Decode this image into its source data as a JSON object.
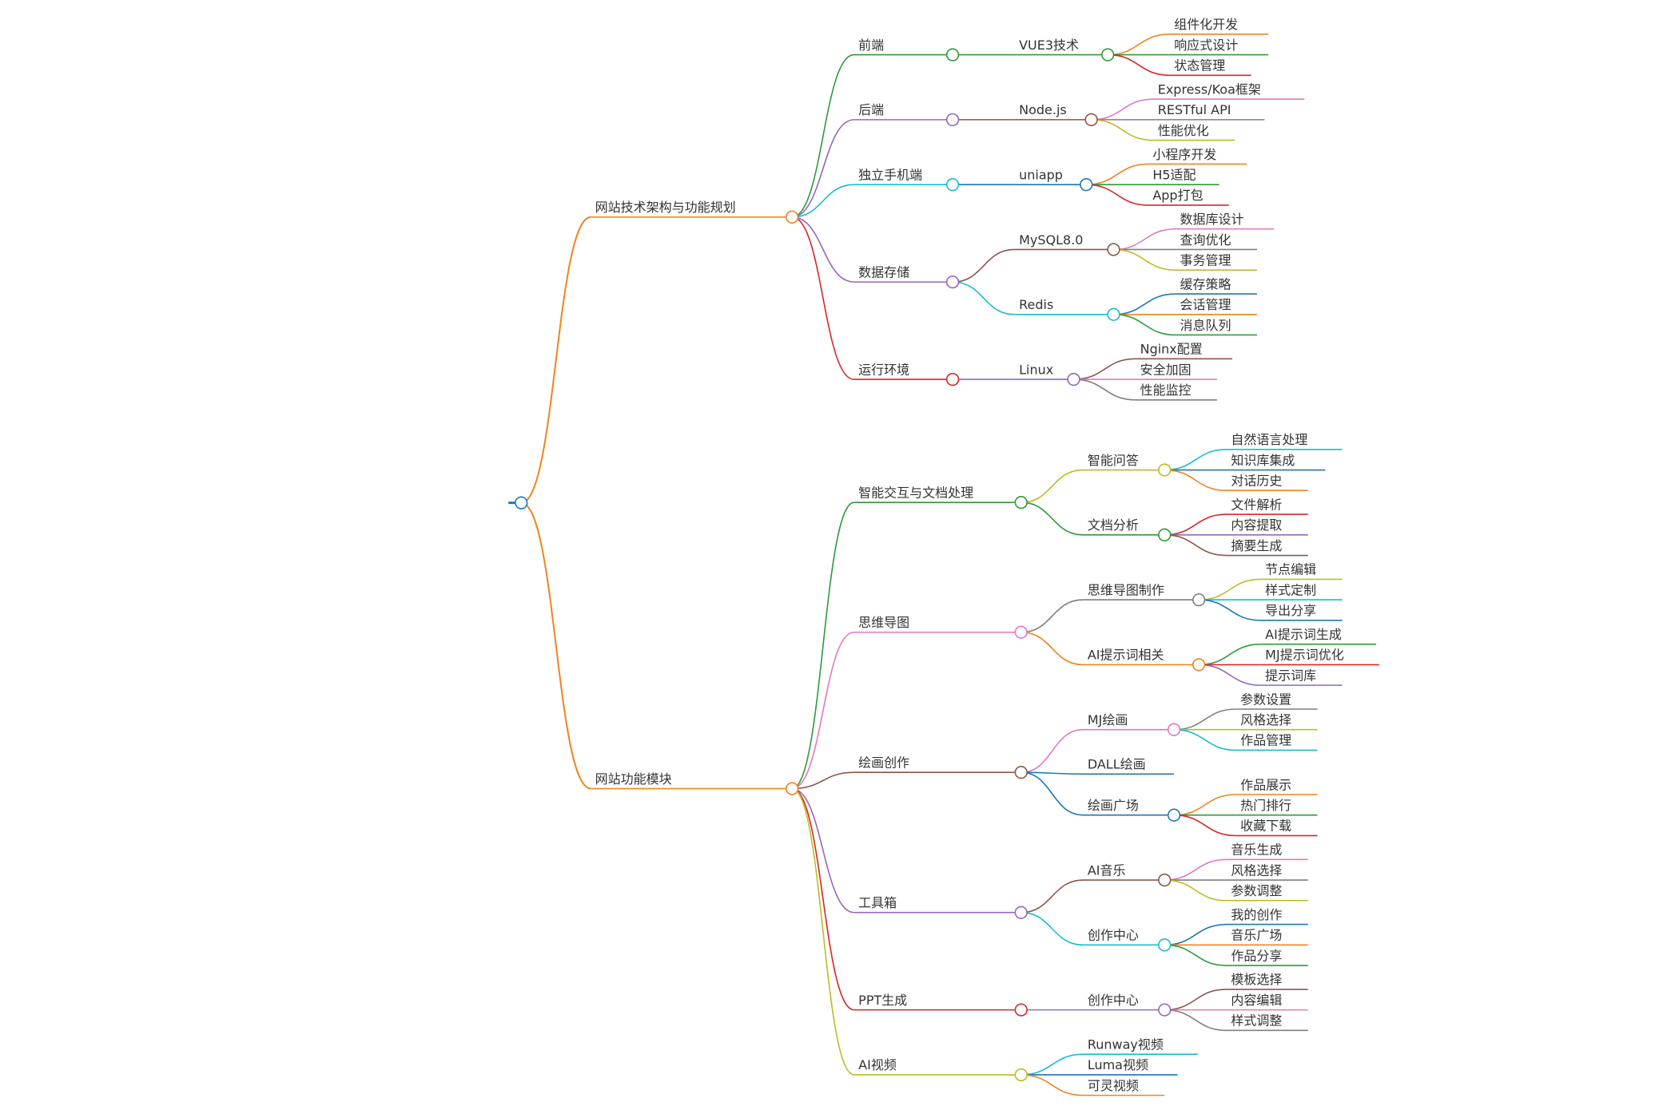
{
  "root": {
    "label": "",
    "color": "#1f78c8",
    "children": [
      {
        "label": "网站技术架构与功能规划",
        "color": "#f0841e",
        "children": [
          {
            "label": "前端",
            "color": "#2f9a3a",
            "children": [
              {
                "label": "VUE3技术",
                "color": "#2f9a3a",
                "children": [
                  {
                    "label": "组件化开发",
                    "color": "#f0841e"
                  },
                  {
                    "label": "响应式设计",
                    "color": "#2f9a3a"
                  },
                  {
                    "label": "状态管理",
                    "color": "#d62728"
                  }
                ]
              }
            ]
          },
          {
            "label": "后端",
            "color": "#9467bd",
            "children": [
              {
                "label": "Node.js",
                "color": "#8c564b",
                "children": [
                  {
                    "label": "Express/Koa框架",
                    "color": "#e377c2"
                  },
                  {
                    "label": "RESTful API",
                    "color": "#7f7f7f"
                  },
                  {
                    "label": "性能优化",
                    "color": "#bcbd22"
                  }
                ]
              }
            ]
          },
          {
            "label": "独立手机端",
            "color": "#17becf",
            "children": [
              {
                "label": "uniapp",
                "color": "#1f77b4",
                "children": [
                  {
                    "label": "小程序开发",
                    "color": "#f0841e"
                  },
                  {
                    "label": "H5适配",
                    "color": "#2f9a3a"
                  },
                  {
                    "label": "App打包",
                    "color": "#d62728"
                  }
                ]
              }
            ]
          },
          {
            "label": "数据存储",
            "color": "#9467bd",
            "children": [
              {
                "label": "MySQL8.0",
                "color": "#8c564b",
                "children": [
                  {
                    "label": "数据库设计",
                    "color": "#e377c2"
                  },
                  {
                    "label": "查询优化",
                    "color": "#7f7f7f"
                  },
                  {
                    "label": "事务管理",
                    "color": "#bcbd22"
                  }
                ]
              },
              {
                "label": "Redis",
                "color": "#17becf",
                "children": [
                  {
                    "label": "缓存策略",
                    "color": "#1f77b4"
                  },
                  {
                    "label": "会话管理",
                    "color": "#f0841e"
                  },
                  {
                    "label": "消息队列",
                    "color": "#2f9a3a"
                  }
                ]
              }
            ]
          },
          {
            "label": "运行环境",
            "color": "#d62728",
            "children": [
              {
                "label": "Linux",
                "color": "#9467bd",
                "children": [
                  {
                    "label": "Nginx配置",
                    "color": "#8c564b"
                  },
                  {
                    "label": "安全加固",
                    "color": "#e377c2"
                  },
                  {
                    "label": "性能监控",
                    "color": "#7f7f7f"
                  }
                ]
              }
            ]
          }
        ]
      },
      {
        "label": "网站功能模块",
        "color": "#f0841e",
        "children": [
          {
            "label": "智能交互与文档处理",
            "color": "#2f9a3a",
            "children": [
              {
                "label": "智能问答",
                "color": "#bcbd22",
                "children": [
                  {
                    "label": "自然语言处理",
                    "color": "#17becf"
                  },
                  {
                    "label": "知识库集成",
                    "color": "#1f77b4"
                  },
                  {
                    "label": "对话历史",
                    "color": "#f0841e"
                  }
                ]
              },
              {
                "label": "文档分析",
                "color": "#2f9a3a",
                "children": [
                  {
                    "label": "文件解析",
                    "color": "#d62728"
                  },
                  {
                    "label": "内容提取",
                    "color": "#9467bd"
                  },
                  {
                    "label": "摘要生成",
                    "color": "#8c564b"
                  }
                ]
              }
            ]
          },
          {
            "label": "思维导图",
            "color": "#e377c2",
            "children": [
              {
                "label": "思维导图制作",
                "color": "#7f7f7f",
                "children": [
                  {
                    "label": "节点编辑",
                    "color": "#bcbd22"
                  },
                  {
                    "label": "样式定制",
                    "color": "#17becf"
                  },
                  {
                    "label": "导出分享",
                    "color": "#1f77b4"
                  }
                ]
              },
              {
                "label": "AI提示词相关",
                "color": "#f0841e",
                "children": [
                  {
                    "label": "AI提示词生成",
                    "color": "#2f9a3a"
                  },
                  {
                    "label": "MJ提示词优化",
                    "color": "#d62728"
                  },
                  {
                    "label": "提示词库",
                    "color": "#9467bd"
                  }
                ]
              }
            ]
          },
          {
            "label": "绘画创作",
            "color": "#8c564b",
            "children": [
              {
                "label": "MJ绘画",
                "color": "#e377c2",
                "children": [
                  {
                    "label": "参数设置",
                    "color": "#7f7f7f"
                  },
                  {
                    "label": "风格选择",
                    "color": "#bcbd22"
                  },
                  {
                    "label": "作品管理",
                    "color": "#17becf"
                  }
                ]
              },
              {
                "label": "DALL绘画",
                "color": "#1f77b4"
              },
              {
                "label": "绘画广场",
                "color": "#1f77b4",
                "children": [
                  {
                    "label": "作品展示",
                    "color": "#f0841e"
                  },
                  {
                    "label": "热门排行",
                    "color": "#2f9a3a"
                  },
                  {
                    "label": "收藏下载",
                    "color": "#d62728"
                  }
                ]
              }
            ]
          },
          {
            "label": "工具箱",
            "color": "#9467bd",
            "children": [
              {
                "label": "AI音乐",
                "color": "#8c564b",
                "children": [
                  {
                    "label": "音乐生成",
                    "color": "#e377c2"
                  },
                  {
                    "label": "风格选择",
                    "color": "#7f7f7f"
                  },
                  {
                    "label": "参数调整",
                    "color": "#bcbd22"
                  }
                ]
              },
              {
                "label": "创作中心",
                "color": "#17becf",
                "children": [
                  {
                    "label": "我的创作",
                    "color": "#1f77b4"
                  },
                  {
                    "label": "音乐广场",
                    "color": "#f0841e"
                  },
                  {
                    "label": "作品分享",
                    "color": "#2f9a3a"
                  }
                ]
              }
            ]
          },
          {
            "label": "PPT生成",
            "color": "#d62728",
            "children": [
              {
                "label": "创作中心",
                "color": "#9467bd",
                "children": [
                  {
                    "label": "模板选择",
                    "color": "#8c564b"
                  },
                  {
                    "label": "内容编辑",
                    "color": "#e377c2"
                  },
                  {
                    "label": "样式调整",
                    "color": "#7f7f7f"
                  }
                ]
              }
            ]
          },
          {
            "label": "AI视频",
            "color": "#bcbd22",
            "children": [
              {
                "label": "Runway视频",
                "color": "#17becf"
              },
              {
                "label": "Luma视频",
                "color": "#1f77b4"
              },
              {
                "label": "可灵视频",
                "color": "#f0841e"
              }
            ]
          }
        ]
      }
    ]
  }
}
